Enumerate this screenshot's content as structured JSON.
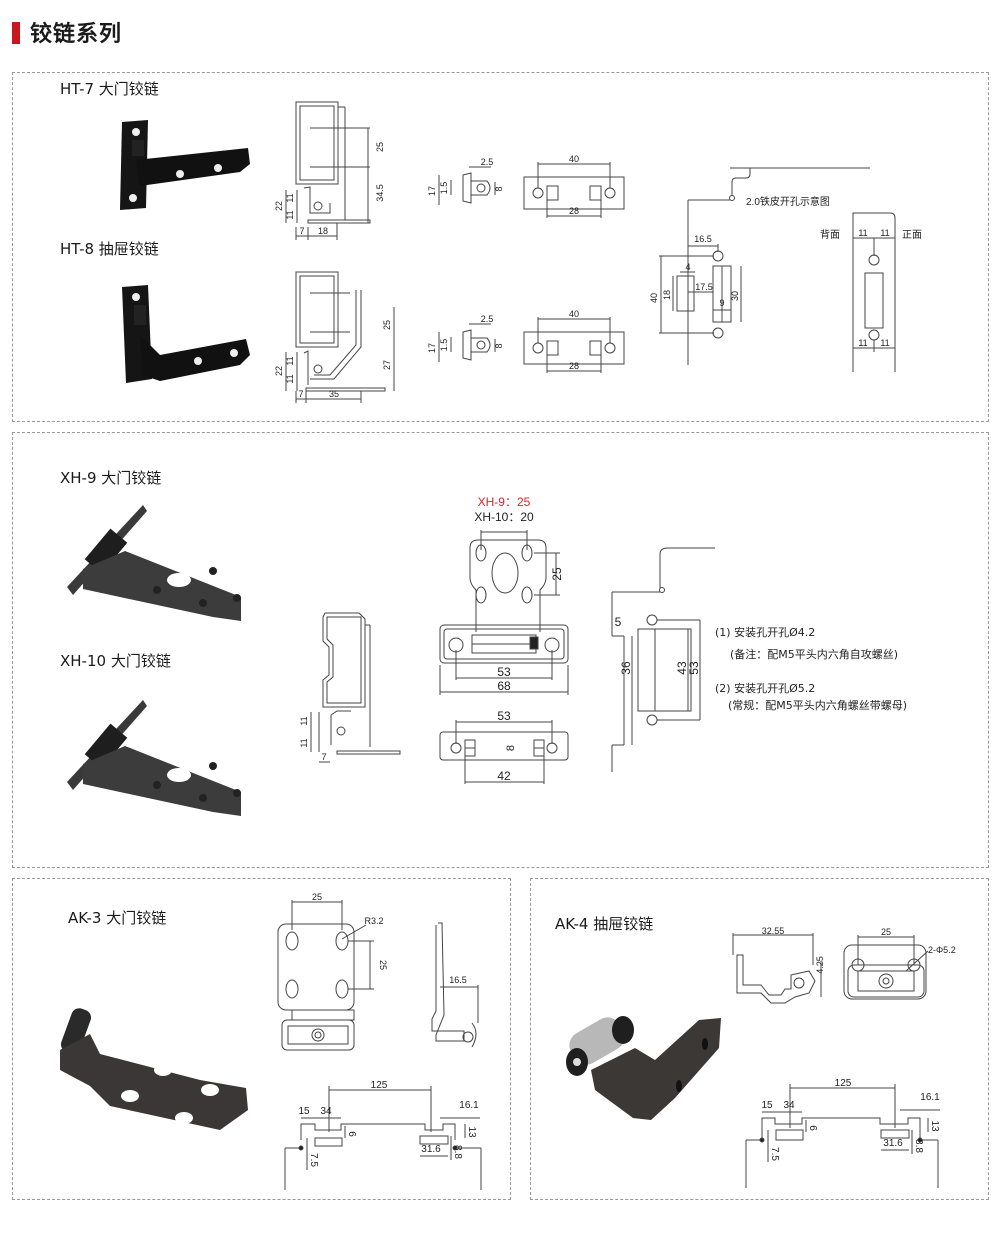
{
  "header": {
    "title": "铰链系列",
    "accent_color": "#c8161d"
  },
  "panels": {
    "ht": {
      "products": [
        {
          "name": "HT-7 大门铰链"
        },
        {
          "name": "HT-8 抽屉铰链"
        }
      ],
      "ht7_side_dims": {
        "d1": "25",
        "d2": "34.5",
        "d3": "22",
        "d4": "11",
        "d5": "11",
        "d6": "7",
        "d7": "18"
      },
      "ht8_side_dims": {
        "d1": "25",
        "d2": "27",
        "d3": "22",
        "d4": "11",
        "d5": "11",
        "d6": "7",
        "d7": "35"
      },
      "knuckle_dims": {
        "d1": "2.5",
        "d2": "17",
        "d3": "1.5",
        "d4": "8"
      },
      "plate_dims": {
        "d1": "40",
        "d2": "28"
      },
      "cutout": {
        "caption": "2.0铁皮开孔示意图",
        "dims": {
          "d1": "16.5",
          "d2": "4",
          "d3": "17.5",
          "d4": "40",
          "d5": "18",
          "d6": "9",
          "d7": "30"
        },
        "back_label": "背面",
        "front_label": "正面",
        "front_dims": {
          "top_left": "11",
          "top_right": "11",
          "bottom_left": "11",
          "bottom_right": "11"
        }
      }
    },
    "xh": {
      "products": [
        {
          "name": "XH-9 大门铰链"
        },
        {
          "name": "XH-10 大门铰链"
        }
      ],
      "variant_xh9": "XH-9：25",
      "variant_xh10": "XH-10：20",
      "variant_highlight_color": "#d9232c",
      "side_dims": {
        "d1": "11",
        "d2": "11",
        "d3": "7"
      },
      "front_dims": {
        "d1": "25",
        "d2": "53",
        "d3": "68"
      },
      "base_dims": {
        "d1": "53",
        "d2": "8",
        "d3": "42"
      },
      "cutout_dims": {
        "d1": "5",
        "d2": "36",
        "d3": "43",
        "d4": "53"
      },
      "notes": [
        "(1) 安装孔开孔Ø4.2",
        "(备注：配M5平头内六角自攻螺丝)",
        "(2) 安装孔开孔Ø5.2",
        "(常规：配M5平头内六角螺丝带螺母)"
      ]
    },
    "ak3": {
      "name": "AK-3 大门铰链",
      "front_dims": {
        "d1": "25",
        "d2": "R3.2",
        "d3": "25"
      },
      "side_dims": {
        "d1": "16.5"
      },
      "cutout_dims": {
        "d1": "125",
        "d2": "15",
        "d3": "34",
        "d4": "16.1",
        "d5": "13",
        "d6": "6",
        "d7": "7.5",
        "d8": "31.6",
        "d9": "8.8"
      }
    },
    "ak4": {
      "name": "AK-4 抽屉铰链",
      "side_dims": {
        "d1": "32.55",
        "d2": "4.25"
      },
      "front_dims": {
        "d1": "25",
        "d2": "2-Φ5.2"
      },
      "cutout_dims": {
        "d1": "125",
        "d2": "15",
        "d3": "34",
        "d4": "16.1",
        "d5": "13",
        "d6": "6",
        "d7": "7.5",
        "d8": "31.6",
        "d9": "8.8"
      }
    }
  }
}
